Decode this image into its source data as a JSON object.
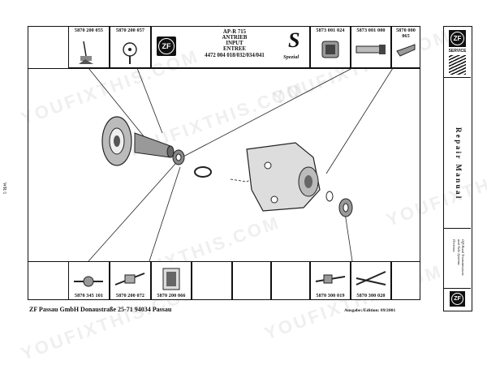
{
  "header": {
    "lines": [
      "AP-R 715",
      "ANTRIEB",
      "INPUT",
      "ENTREE",
      "4472 004 018/032/034/041"
    ],
    "logo_text": "ZF",
    "spezial_text": "Spezial"
  },
  "tools": {
    "top_left": [
      "5870 200 055",
      "5870 200 057"
    ],
    "top_right": [
      "5873 001 024",
      "5873 001 000",
      "5870 000 065"
    ],
    "bottom_left": [
      "5870 345 101",
      "5870 200 072",
      "5870 200 066"
    ],
    "bottom_right": [
      "5870 300 019",
      "5870 300 020"
    ]
  },
  "sidebar": {
    "logo_text": "ZF",
    "service_label": "SERVICE",
    "title": "Repair Manual",
    "division_lines": [
      "Off-Road Transmissions",
      "and Axle Systems",
      "Division"
    ]
  },
  "page_ref": "WR/1",
  "footer": {
    "address": "ZF Passau GmbH Donaustraße 25-71   94034 Passau",
    "edition": "Ausgabe:/Edition: 09/2001"
  },
  "watermark_text": "YOUFIXTHIS.COM",
  "colors": {
    "ink": "#111111",
    "paper": "#ffffff"
  }
}
